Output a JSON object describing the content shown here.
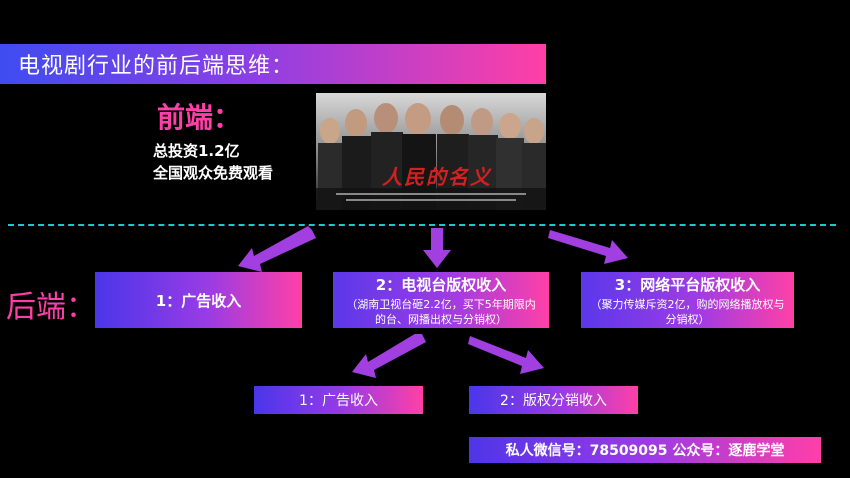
{
  "title": "电视剧行业的前后端思维：",
  "front": {
    "label": "前端：",
    "lines": [
      "总投资1.2亿",
      "全国观众免费观看"
    ]
  },
  "poster": {
    "calligraphy": "人民的名义"
  },
  "back": {
    "label": "后端："
  },
  "boxes": {
    "ad_income": "1：广告收入",
    "tv_rights": {
      "title": "2：电视台版权收入",
      "detail": "（湖南卫视台砸2.2亿，买下5年期限内的台、网播出权与分销权）"
    },
    "web_rights": {
      "title": "3：网络平台版权收入",
      "detail": "（聚力传媒斥资2亿，购的网络播放权与分销权）"
    },
    "sub_ad": "1：广告收入",
    "sub_distribution": "2：版权分销收入"
  },
  "footer": "私人微信号：78509095   公众号：逐鹿学堂",
  "colors": {
    "accent_pink": "#ff3fa8",
    "accent_purple": "#5a3ce8",
    "arrow": "#a23fe0",
    "dash": "#20c8c8"
  }
}
